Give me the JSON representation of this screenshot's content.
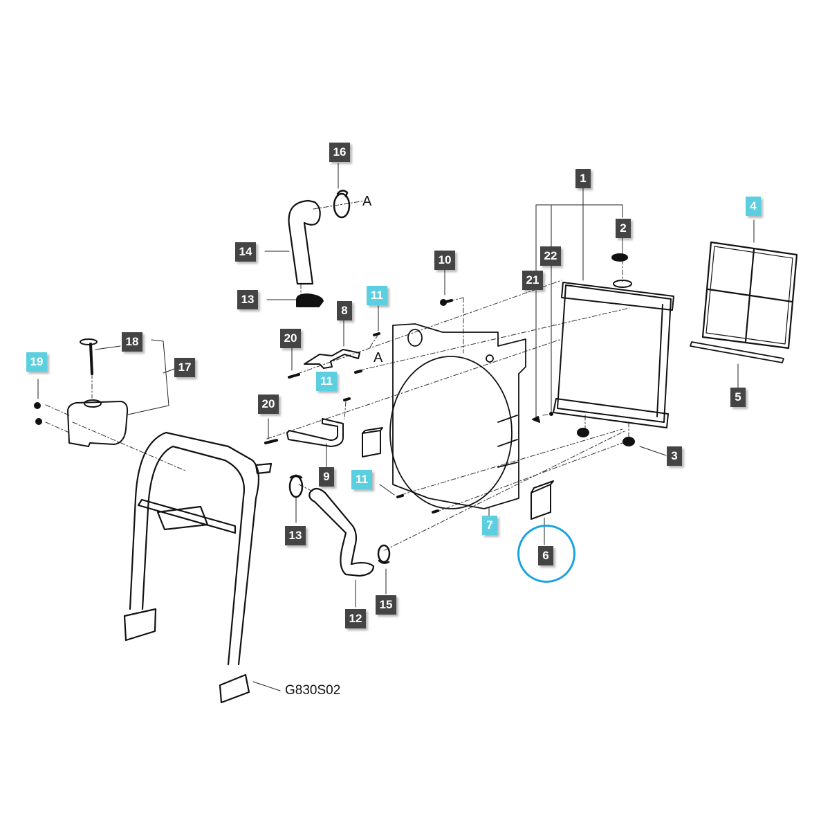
{
  "diagram": {
    "reference_code": "G830S02",
    "connection_letters": [
      "A",
      "A"
    ],
    "highlight_color": "#5bcfe0",
    "standard_label_color": "#444444",
    "ring_color": "#1aa3e0",
    "callouts": [
      {
        "id": "1",
        "label": "1",
        "style": "standard"
      },
      {
        "id": "2",
        "label": "2",
        "style": "standard"
      },
      {
        "id": "3",
        "label": "3",
        "style": "standard"
      },
      {
        "id": "4",
        "label": "4",
        "style": "highlighted"
      },
      {
        "id": "5",
        "label": "5",
        "style": "standard"
      },
      {
        "id": "6",
        "label": "6",
        "style": "standard",
        "circled": true
      },
      {
        "id": "7",
        "label": "7",
        "style": "highlighted"
      },
      {
        "id": "8",
        "label": "8",
        "style": "standard"
      },
      {
        "id": "9",
        "label": "9",
        "style": "standard"
      },
      {
        "id": "10",
        "label": "10",
        "style": "standard"
      },
      {
        "id": "11a",
        "label": "11",
        "style": "highlighted"
      },
      {
        "id": "11b",
        "label": "11",
        "style": "highlighted"
      },
      {
        "id": "11c",
        "label": "11",
        "style": "highlighted"
      },
      {
        "id": "12",
        "label": "12",
        "style": "standard"
      },
      {
        "id": "13a",
        "label": "13",
        "style": "standard"
      },
      {
        "id": "13b",
        "label": "13",
        "style": "standard"
      },
      {
        "id": "14",
        "label": "14",
        "style": "standard"
      },
      {
        "id": "15",
        "label": "15",
        "style": "standard"
      },
      {
        "id": "16",
        "label": "16",
        "style": "standard"
      },
      {
        "id": "17",
        "label": "17",
        "style": "standard"
      },
      {
        "id": "18",
        "label": "18",
        "style": "standard"
      },
      {
        "id": "19",
        "label": "19",
        "style": "highlighted"
      },
      {
        "id": "20a",
        "label": "20",
        "style": "standard"
      },
      {
        "id": "20b",
        "label": "20",
        "style": "standard"
      },
      {
        "id": "21",
        "label": "21",
        "style": "standard"
      },
      {
        "id": "22",
        "label": "22",
        "style": "standard"
      }
    ]
  }
}
